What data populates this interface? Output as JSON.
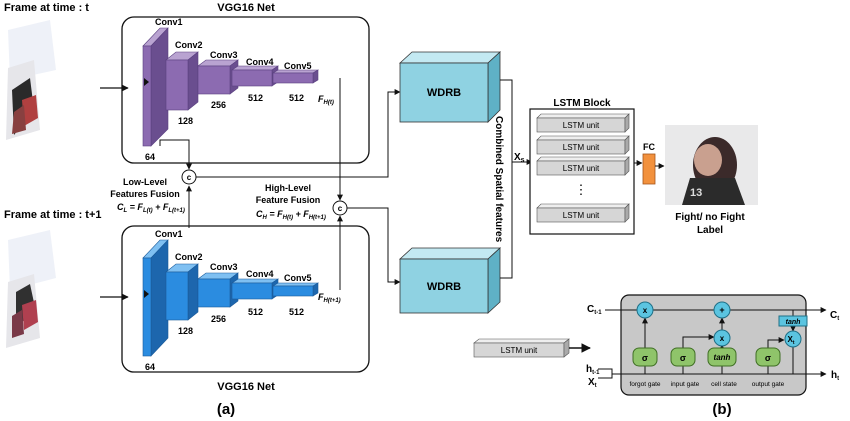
{
  "frames": {
    "top_label": "Frame at time : t",
    "bottom_label": "Frame at time : t+1"
  },
  "vgg_top": {
    "title": "VGG16 Net",
    "layers": [
      "Conv1",
      "Conv2",
      "Conv3",
      "Conv4",
      "Conv5"
    ],
    "sizes": [
      "64",
      "128",
      "256",
      "512",
      "512"
    ],
    "output_label": "F",
    "output_sub": "H(t)"
  },
  "vgg_bottom": {
    "title": "VGG16 Net",
    "layers": [
      "Conv1",
      "Conv2",
      "Conv3",
      "Conv4",
      "Conv5"
    ],
    "sizes": [
      "64",
      "128",
      "256",
      "512",
      "512"
    ],
    "output_label": "F",
    "output_sub": "H(t+1)"
  },
  "fusion": {
    "concat_symbol": "c",
    "low_title_1": "Low-Level",
    "low_title_2": "Features Fusion",
    "low_formula": "C",
    "low_sub": "L",
    "low_eq": " = F",
    "low_t1": "L(t)",
    "low_plus": " + F",
    "low_t2": "L(t+1)",
    "high_title_1": "High-Level",
    "high_title_2": "Feature Fusion",
    "high_formula": "C",
    "high_sub": "H",
    "high_eq": " = F",
    "high_t1": "H(t)",
    "high_plus": " + F",
    "high_t2": "H(t+1)"
  },
  "wdrb": {
    "top_label": "WDRB",
    "bottom_label": "WDRB"
  },
  "combined_label": "Combined Spatial features",
  "xs_label": "X",
  "xs_sub": "s",
  "lstm_block": {
    "title": "LSTM Block",
    "units": [
      "LSTM unit",
      "LSTM unit",
      "LSTM unit",
      "LSTM unit"
    ],
    "ellipsis": "⋮"
  },
  "fc_label": "FC",
  "output_label_1": "Fight/ no Fight",
  "output_label_2": "Label",
  "lstm_unit_standalone": "LSTM unit",
  "cell": {
    "c_prev": "C",
    "c_prev_sub": "t-1",
    "c_next": "C",
    "c_next_sub": "t",
    "h_prev": "h",
    "h_prev_sub": "t-1",
    "x_in": "X",
    "x_in_sub": "t",
    "h_out": "h",
    "h_out_sub": "t",
    "mult": "x",
    "plus": "+",
    "xt_node": "X",
    "xt_node_sub": "t",
    "tanh_box": "tanh",
    "gates": [
      "σ",
      "σ",
      "tanh",
      "σ"
    ],
    "gate_labels": [
      "forgot gate",
      "input gate",
      "cell state",
      "output gate"
    ]
  },
  "panel_labels": [
    "(a)",
    "(b)"
  ],
  "colors": {
    "purple_front": "#8c6bb1",
    "purple_top": "#b9a3d1",
    "purple_side": "#6a4e8f",
    "blue_front": "#2b8ce0",
    "blue_top": "#7fc0f2",
    "blue_side": "#1d66ad",
    "wdrb_front": "#8fd2e2",
    "wdrb_top": "#c3e9f2",
    "wdrb_side": "#5fb1c6",
    "fc": "#f2913d",
    "cell_bg": "#c8c8c8",
    "gate_green": "#8fc46a",
    "node_cyan": "#5bc4e0",
    "lstm_unit_fill": "#d6d6d6"
  }
}
